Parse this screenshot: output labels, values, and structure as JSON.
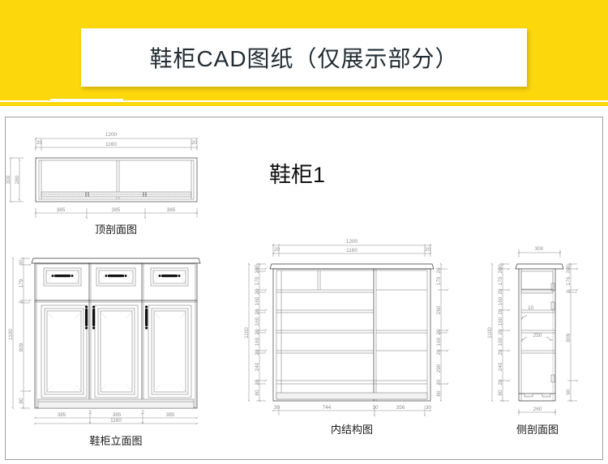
{
  "header": {
    "title": "鞋柜CAD图纸（仅展示部分）",
    "bg_color": "#fcd70c",
    "title_box_color": "#ffffff"
  },
  "sheet": {
    "main_label": "鞋柜1",
    "border_color": "#9aa0a6"
  },
  "views": {
    "top_section": {
      "caption": "顶剖面图",
      "dims": {
        "overall_width": "1200",
        "inner_width": "1160",
        "edge_left": "20",
        "edge_right": "20",
        "depth_outer": "300",
        "depth_inner": "280",
        "bay_1": "385",
        "bay_2": "385",
        "bay_3": "385"
      }
    },
    "elevation": {
      "caption": "鞋柜立面图",
      "dims": {
        "total_height": "1100",
        "top_cap": "30",
        "drawer_zone": "179",
        "gap_2": "2",
        "door_height": "809",
        "plinth": "90",
        "bay_1": "385",
        "mullion_1": "3",
        "bay_2": "385",
        "mullion_2": "2",
        "bay_3": "385",
        "bottom_total": "1160"
      }
    },
    "internal": {
      "caption": "内结构图",
      "dims": {
        "overall_width": "1200",
        "inner_width": "1160",
        "edge_left": "20",
        "edge_right": "20",
        "total_height": "1100",
        "left_chain": [
          "30",
          "20",
          "170",
          "20",
          "160",
          "20",
          "160",
          "20",
          "160",
          "20",
          "240",
          "20",
          "80"
        ],
        "right_chain": [
          "20",
          "170",
          "290",
          "20",
          "160",
          "20",
          "290",
          "20",
          "80"
        ],
        "bottom_chain": [
          "30",
          "744",
          "30",
          "356",
          "30"
        ]
      }
    },
    "side_section": {
      "caption": "侧剖面图",
      "dims": {
        "depth_top": "300",
        "depth_bottom": "260",
        "total_height": "1100",
        "left_chain": [
          "30",
          "20",
          "170",
          "20",
          "160",
          "20",
          "160",
          "20",
          "160",
          "20",
          "240",
          "20",
          "80"
        ],
        "right_chain": [
          "30",
          "20",
          "176",
          "2",
          "809",
          "90"
        ],
        "inner_label_1": "10",
        "inner_label_2": "250"
      }
    }
  }
}
